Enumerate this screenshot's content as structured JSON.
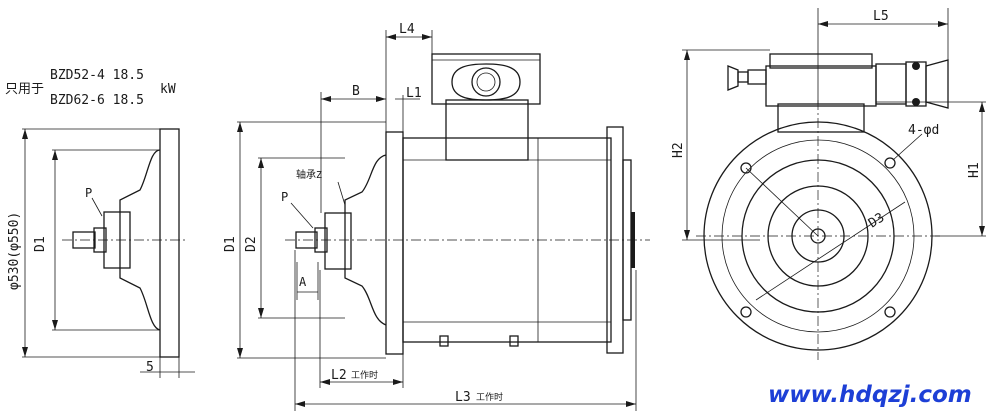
{
  "note": {
    "prefix": "只用于",
    "line1": "BZD52-4 18.5",
    "line2": "BZD62-6 18.5",
    "unit": "kW"
  },
  "left_view": {
    "p": "P",
    "d1": "D1",
    "diameter": "φ530(φ550)",
    "five": "5"
  },
  "front_view": {
    "b": "B",
    "l4": "L4",
    "l1": "L1",
    "bearing": "轴承Z",
    "p": "P",
    "a": "A",
    "d1": "D1",
    "d2": "D2",
    "l2": "L2",
    "l2_note": "工作时",
    "l3": "L3",
    "l3_note": "工作时"
  },
  "end_view": {
    "l5": "L5",
    "h2": "H2",
    "h1": "H1",
    "holes": "4-φd",
    "d3": "D3"
  },
  "watermark": "www.hdqzj.com"
}
